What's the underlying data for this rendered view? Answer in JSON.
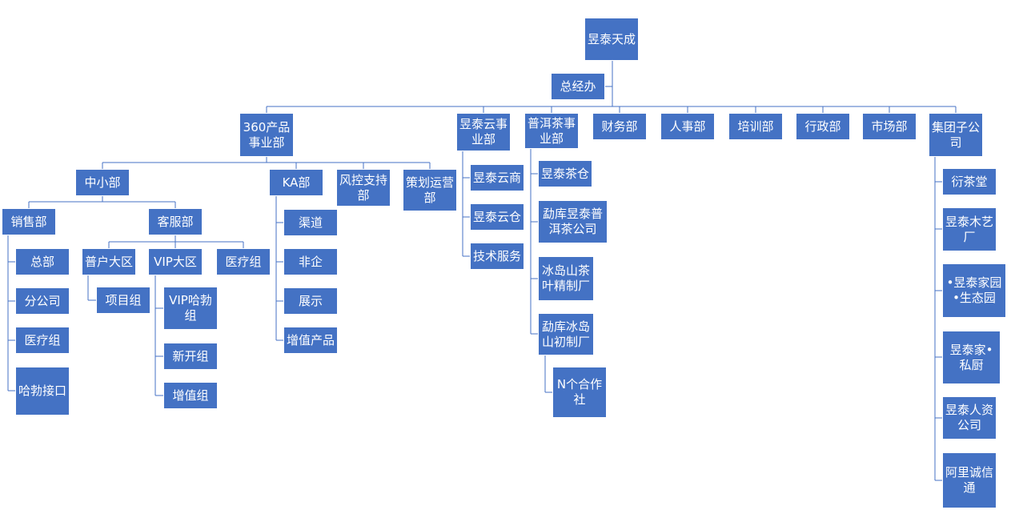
{
  "colors": {
    "box_fill": "#4472c4",
    "box_text": "#ffffff",
    "connector": "#4472c4"
  },
  "nodes": {
    "root": "昱泰天成",
    "gm_office": "总经办",
    "d360": "360产品事业部",
    "yun": "昱泰云事业部",
    "puer": "普洱茶事业部",
    "finance": "财务部",
    "hr": "人事部",
    "training": "培训部",
    "admin": "行政部",
    "market": "市场部",
    "group": "集团子公司",
    "smb": "中小部",
    "ka": "KA部",
    "risk": "风控支持部",
    "plan": "策划运营部",
    "sales": "销售部",
    "service": "客服部",
    "hq": "总部",
    "branch": "分公司",
    "medical1": "医疗组",
    "harbin": "哈勃接口",
    "pu_region": "普户大区",
    "vip_region": "VIP大区",
    "medical2": "医疗组",
    "project": "项目组",
    "vip_harbin": "VIP哈勃组",
    "new_open": "新开组",
    "value_add": "增值组",
    "channel": "渠道",
    "non_ent": "非企",
    "display": "展示",
    "value_prod": "增值产品",
    "yun_shop": "昱泰云商",
    "yun_store": "昱泰云仓",
    "tech": "技术服务",
    "tea_store": "昱泰茶仓",
    "mengku_co": "勐库昱泰普洱茶公司",
    "bingdao_factory": "冰岛山茶叶精制厂",
    "mengku_factory": "勐库冰岛山初制厂",
    "coops": "N个合作社",
    "yancha": "衍茶堂",
    "muyi": "昱泰木艺厂",
    "eco": "•昱泰家园•生态园",
    "kitchen": "昱泰家•私厨",
    "hr_co": "昱泰人资公司",
    "alibaba": "阿里诚信通"
  }
}
